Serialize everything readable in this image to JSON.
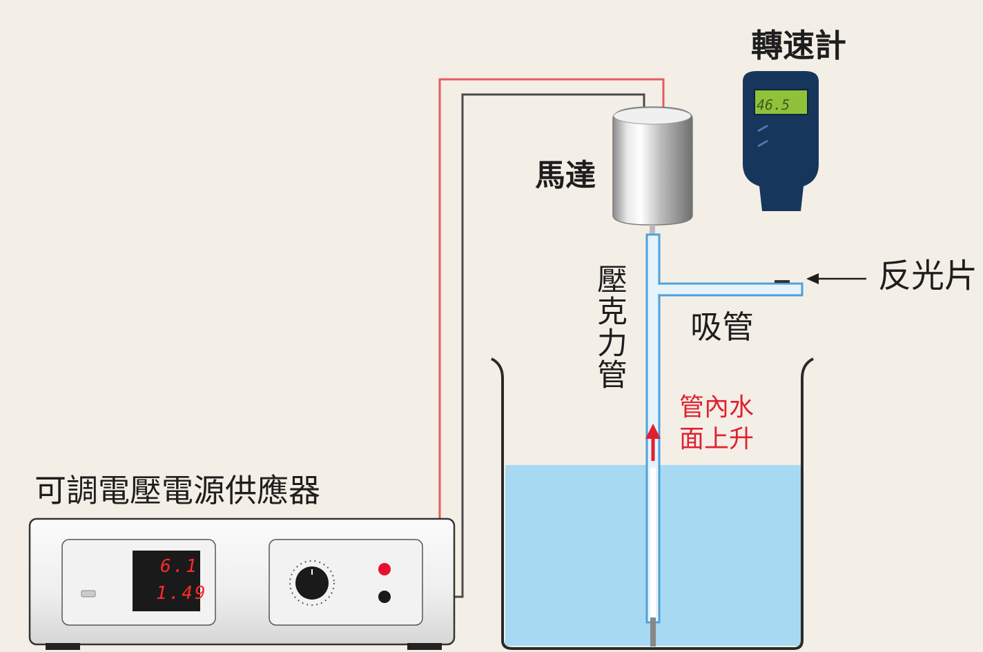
{
  "labels": {
    "tachometer": "轉速計",
    "motor": "馬達",
    "reflector": "反光片",
    "straw": "吸管",
    "acrylic_tube": "壓克力管",
    "water_rise_line1": "管內水",
    "water_rise_line2": "面上升",
    "power_supply": "可調電壓電源供應器"
  },
  "tachometer": {
    "reading": "46.5"
  },
  "power_supply": {
    "voltage": "6.1",
    "current": "1.49"
  },
  "colors": {
    "background": "#f3efe6",
    "water": "#a7d9f2",
    "tube": "#4fa0da",
    "red_wire": "#e8595f",
    "dark_wire": "#4a4a4a",
    "tachometer_body": "#17365c",
    "tachometer_screen": "#8fc23a",
    "annotation_red": "#e0202f",
    "display_red": "#ff2a2a"
  },
  "icons": {
    "motor": "cylinder-motor-icon",
    "tachometer": "handheld-tachometer-icon",
    "knob": "rotary-knob-icon",
    "arrow_up": "arrow-up-icon",
    "arrow_left": "arrow-left-icon"
  }
}
